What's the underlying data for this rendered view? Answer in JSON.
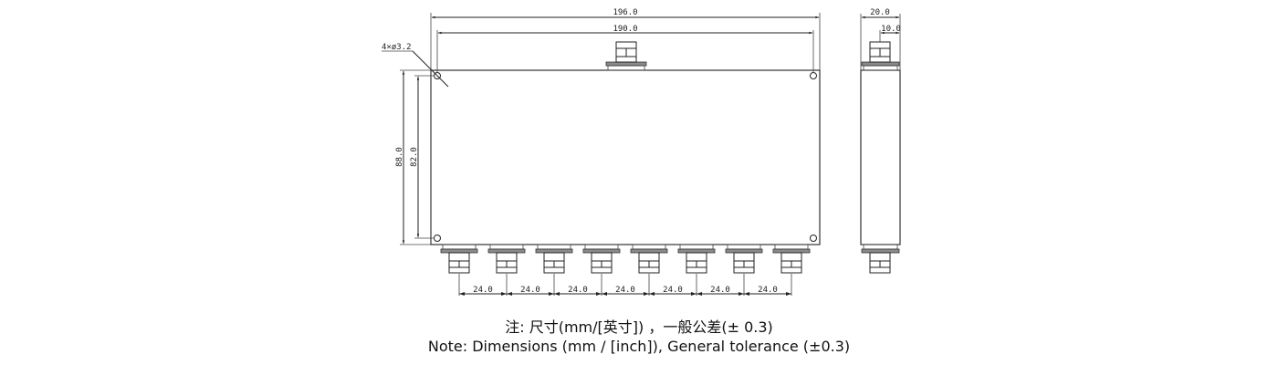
{
  "drawing": {
    "front_view": {
      "overall_width": "196.0",
      "hole_spacing_width": "190.0",
      "overall_height": "88.0",
      "hole_spacing_height": "82.0",
      "mounting_holes": "4×ø3.2",
      "output_port_count": 8,
      "output_pitch": [
        "24.0",
        "24.0",
        "24.0",
        "24.0",
        "24.0",
        "24.0",
        "24.0"
      ]
    },
    "side_view": {
      "depth": "20.0",
      "connector_offset": "10.0"
    }
  },
  "notes": {
    "chinese": "注: 尺寸(mm/[英寸]) ，一般公差(± 0.3)",
    "english": "Note: Dimensions (mm / [inch]), General tolerance (±0.3)"
  }
}
